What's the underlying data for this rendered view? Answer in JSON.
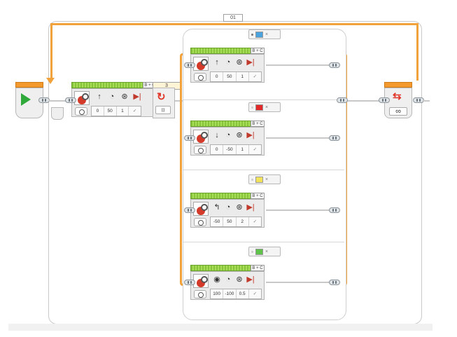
{
  "program": {
    "loop_tag": "01",
    "switch_tag": "3",
    "block_port": "B + C",
    "infinity_symbol": "∞"
  },
  "blocks": [
    {
      "values": [
        "0",
        "50",
        "1",
        "✓"
      ],
      "dir_icon": "arrow-up-icon"
    },
    {
      "values": [
        "0",
        "50",
        "1",
        "✓"
      ],
      "dir_icon": "arrow-up-icon"
    },
    {
      "values": [
        "0",
        "-50",
        "1",
        "✓"
      ],
      "dir_icon": "arrow-down-icon"
    },
    {
      "values": [
        "-50",
        "50",
        "2",
        "✓"
      ],
      "dir_icon": "turn-left-icon"
    },
    {
      "values": [
        "100",
        "-100",
        "0.5",
        "✓"
      ],
      "dir_icon": "spin-icon"
    }
  ],
  "cases": [
    {
      "color": "#4aa3df",
      "color_name": "blue"
    },
    {
      "color": "#e32a2a",
      "color_name": "red"
    },
    {
      "color": "#f3e35a",
      "color_name": "yellow"
    },
    {
      "color": "#5fc24a",
      "color_name": "green"
    }
  ],
  "colors": {
    "motor": "#d43a2a",
    "loop_wire": "#f2a23a",
    "start": "#2faa3a"
  }
}
